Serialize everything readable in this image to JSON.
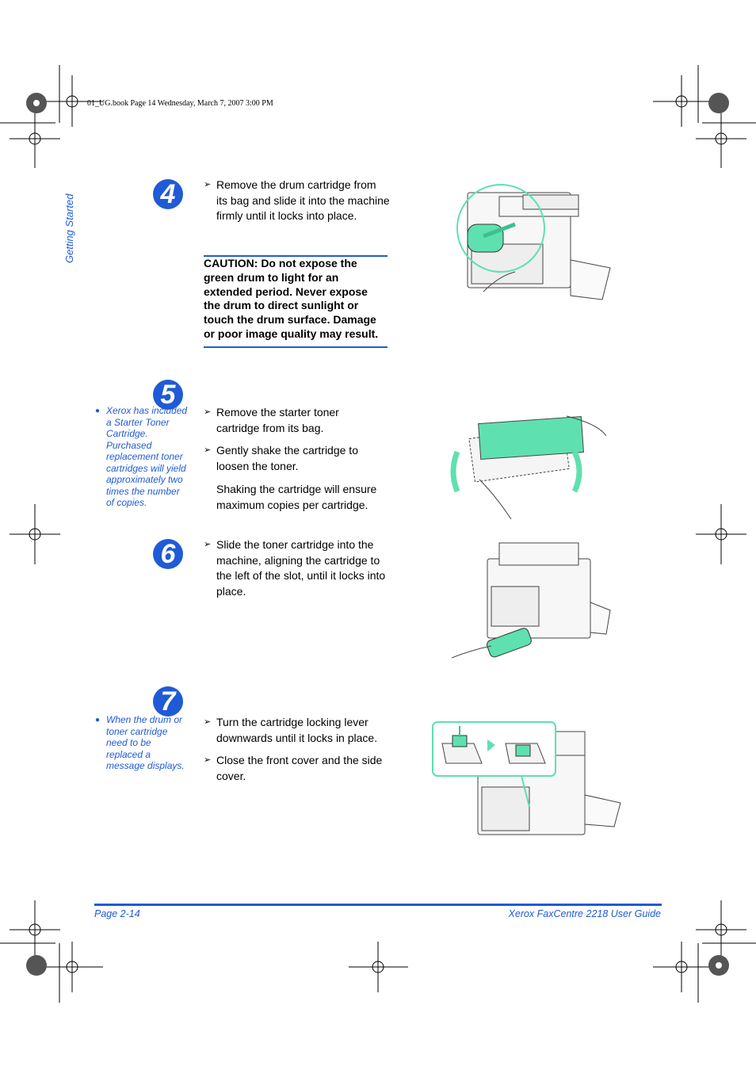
{
  "print_header": "01_UG.book  Page 14  Wednesday, March 7, 2007  3:00 PM",
  "side_tab": "Getting Started",
  "steps": [
    {
      "number": "4",
      "bullets": [
        "Remove the drum cartridge from its bag and slide it into the machine firmly until it locks into place."
      ],
      "caution": "CAUTION: Do not expose the green drum to light for an extended period. Never expose the drum to direct sunlight or touch the drum surface. Damage or poor image quality may result."
    },
    {
      "number": "5",
      "note": "Xerox has included a Starter Toner Cartridge. Purchased replacement toner cartridges will yield approximately two times the number of copies.",
      "bullets": [
        "Remove the starter toner cartridge from its bag.",
        "Gently shake the cartridge to loosen the toner."
      ],
      "paragraph": "Shaking the cartridge will ensure maximum copies per cartridge."
    },
    {
      "number": "6",
      "bullets": [
        "Slide the toner cartridge into the machine, aligning the cartridge to the left of the slot, until it locks into place."
      ]
    },
    {
      "number": "7",
      "note": "When the drum or toner cartridge need to be replaced a message displays.",
      "bullets": [
        "Turn the cartridge locking lever downwards until it locks in place.",
        "Close the front cover and the side cover."
      ]
    }
  ],
  "footer": {
    "page": "Page 2-14",
    "guide": "Xerox FaxCentre 2218 User Guide"
  },
  "colors": {
    "accent": "#1f5bd6",
    "drum_green": "#5fe0b0"
  }
}
